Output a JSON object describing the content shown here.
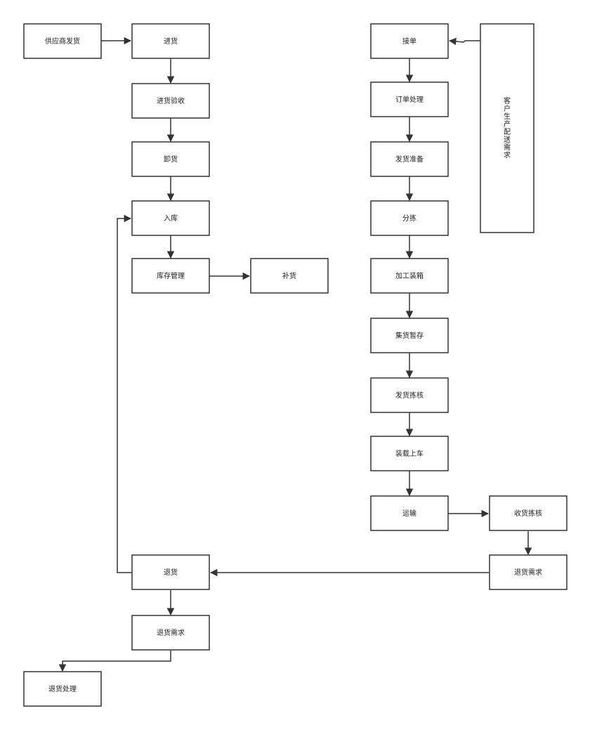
{
  "nodes": {
    "supplier": "供应商发货",
    "receive": "进货",
    "inspect": "进货验收",
    "unload": "卸货",
    "stock_in": "入库",
    "inventory": "库存管理",
    "replenish": "补货",
    "order_accept": "接单",
    "order_process": "订单处理",
    "ship_prep": "发货准备",
    "sorting": "分拣",
    "packing": "加工装箱",
    "consolidate": "集货暂存",
    "ship_check": "发货拣核",
    "loading": "装载上车",
    "transport": "运输",
    "receipt_check": "收货拣核",
    "return_req_right": "退货需求",
    "return": "退货",
    "return_req_left": "退货需求",
    "return_process": "退货处理",
    "customer_demand": [
      "客",
      "户",
      "生",
      "产",
      "配",
      "送",
      "需",
      "求"
    ]
  },
  "colors": {
    "stroke": "#333333",
    "fill": "#ffffff",
    "text": "#222222"
  }
}
